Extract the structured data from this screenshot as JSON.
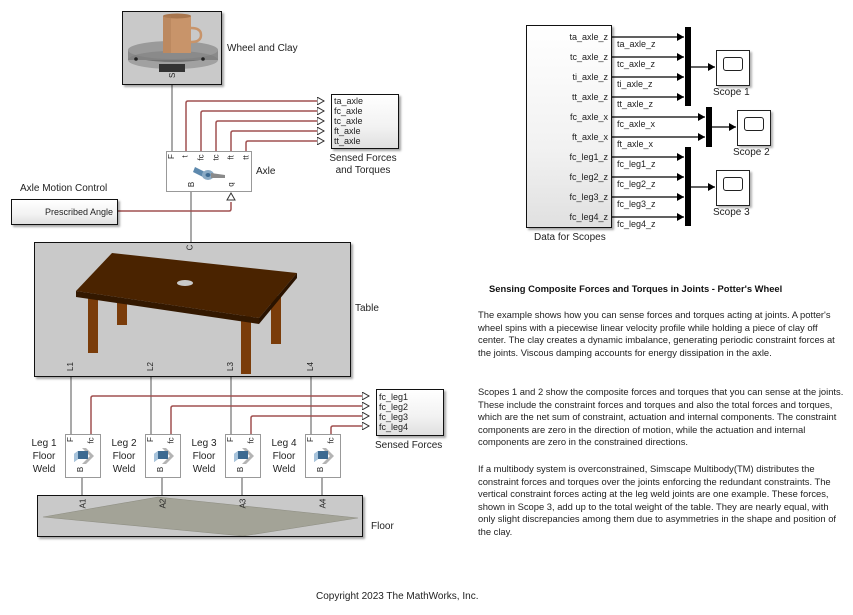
{
  "model": {
    "title": "Sensing Composite Forces and Torques in Joints - Potter's Wheel",
    "description": [
      "The example shows how you can sense forces and torques acting at joints. A potter's wheel spins with a piecewise linear velocity profile while holding a piece of clay off center. The clay creates a dynamic imbalance, generating periodic constraint forces at the joints. Viscous damping accounts for energy dissipation in the axle.",
      "Scopes 1 and 2 show the composite forces and torques that you can sense at the joints. These include the constraint forces and torques and also the total forces and torques, which are the net sum of constraint, actuation and internal components. The constraint components are zero in the direction of motion, while the actuation and internal components are zero in the constrained directions.",
      "If a multibody system is overconstrained, Simscape Multibody(TM) distributes the constraint forces and torques over the joints enforcing the redundant constraints. The vertical constraint forces acting at the leg weld joints are one example. These forces, shown in Scope 3, add up to the total weight of the table. They are nearly equal, with only slight discrepancies among them due to asymmetries in the shape and position of the clay."
    ],
    "copyright": "Copyright 2023 The MathWorks, Inc."
  },
  "blocks": {
    "wheel": {
      "label": "Wheel and Clay",
      "port": "S"
    },
    "axle": {
      "label": "Axle",
      "ports_top": [
        "F",
        "t",
        "fc",
        "tc",
        "ft",
        "tt"
      ],
      "ports_bottom": [
        "B",
        "q"
      ]
    },
    "sensed_axle": {
      "label_line1": "Sensed Forces",
      "label_line2": "and Torques",
      "inputs": [
        "ta_axle",
        "fc_axle",
        "tc_axle",
        "ft_axle",
        "tt_axle"
      ]
    },
    "motion_control": {
      "label": "Axle Motion Control",
      "inner": "Prescribed Angle"
    },
    "table": {
      "label": "Table",
      "port_top": "C",
      "ports_bottom": [
        "L1",
        "L2",
        "L3",
        "L4"
      ]
    },
    "legs": [
      {
        "line1": "Leg 1",
        "line2": "Floor",
        "line3": "Weld",
        "port_f": "F",
        "port_fc": "fc",
        "port_b": "B"
      },
      {
        "line1": "Leg 2",
        "line2": "Floor",
        "line3": "Weld",
        "port_f": "F",
        "port_fc": "fc",
        "port_b": "B"
      },
      {
        "line1": "Leg 3",
        "line2": "Floor",
        "line3": "Weld",
        "port_f": "F",
        "port_fc": "fc",
        "port_b": "B"
      },
      {
        "line1": "Leg 4",
        "line2": "Floor",
        "line3": "Weld",
        "port_f": "F",
        "port_fc": "fc",
        "port_b": "B"
      }
    ],
    "sensed_legs": {
      "label": "Sensed Forces",
      "inputs": [
        "fc_leg1",
        "fc_leg2",
        "fc_leg3",
        "fc_leg4"
      ]
    },
    "floor": {
      "label": "Floor",
      "ports_top": [
        "A1",
        "A2",
        "A3",
        "A4"
      ]
    },
    "data_for_scopes": {
      "label": "Data for Scopes",
      "outputs": [
        "ta_axle_z",
        "tc_axle_z",
        "ti_axle_z",
        "tt_axle_z",
        "fc_axle_x",
        "ft_axle_x",
        "fc_leg1_z",
        "fc_leg2_z",
        "fc_leg3_z",
        "fc_leg4_z"
      ],
      "signal_labels": [
        "ta_axle_z",
        "tc_axle_z",
        "ti_axle_z",
        "tt_axle_z",
        "fc_axle_x",
        "ft_axle_x",
        "fc_leg1_z",
        "fc_leg2_z",
        "fc_leg3_z",
        "fc_leg4_z"
      ]
    },
    "scopes": [
      {
        "label": "Scope 1"
      },
      {
        "label": "Scope 2"
      },
      {
        "label": "Scope 3"
      }
    ]
  },
  "colors": {
    "physical_line": "#8c8c8c",
    "signal_line": "#a05050",
    "block_grey": "#c9c9c9",
    "table_top": "#4a2300",
    "table_leg": "#7a3c0a",
    "floor_plane": "#a3a397",
    "clay": "#c8946a",
    "wheel": "#8a8a8a"
  }
}
